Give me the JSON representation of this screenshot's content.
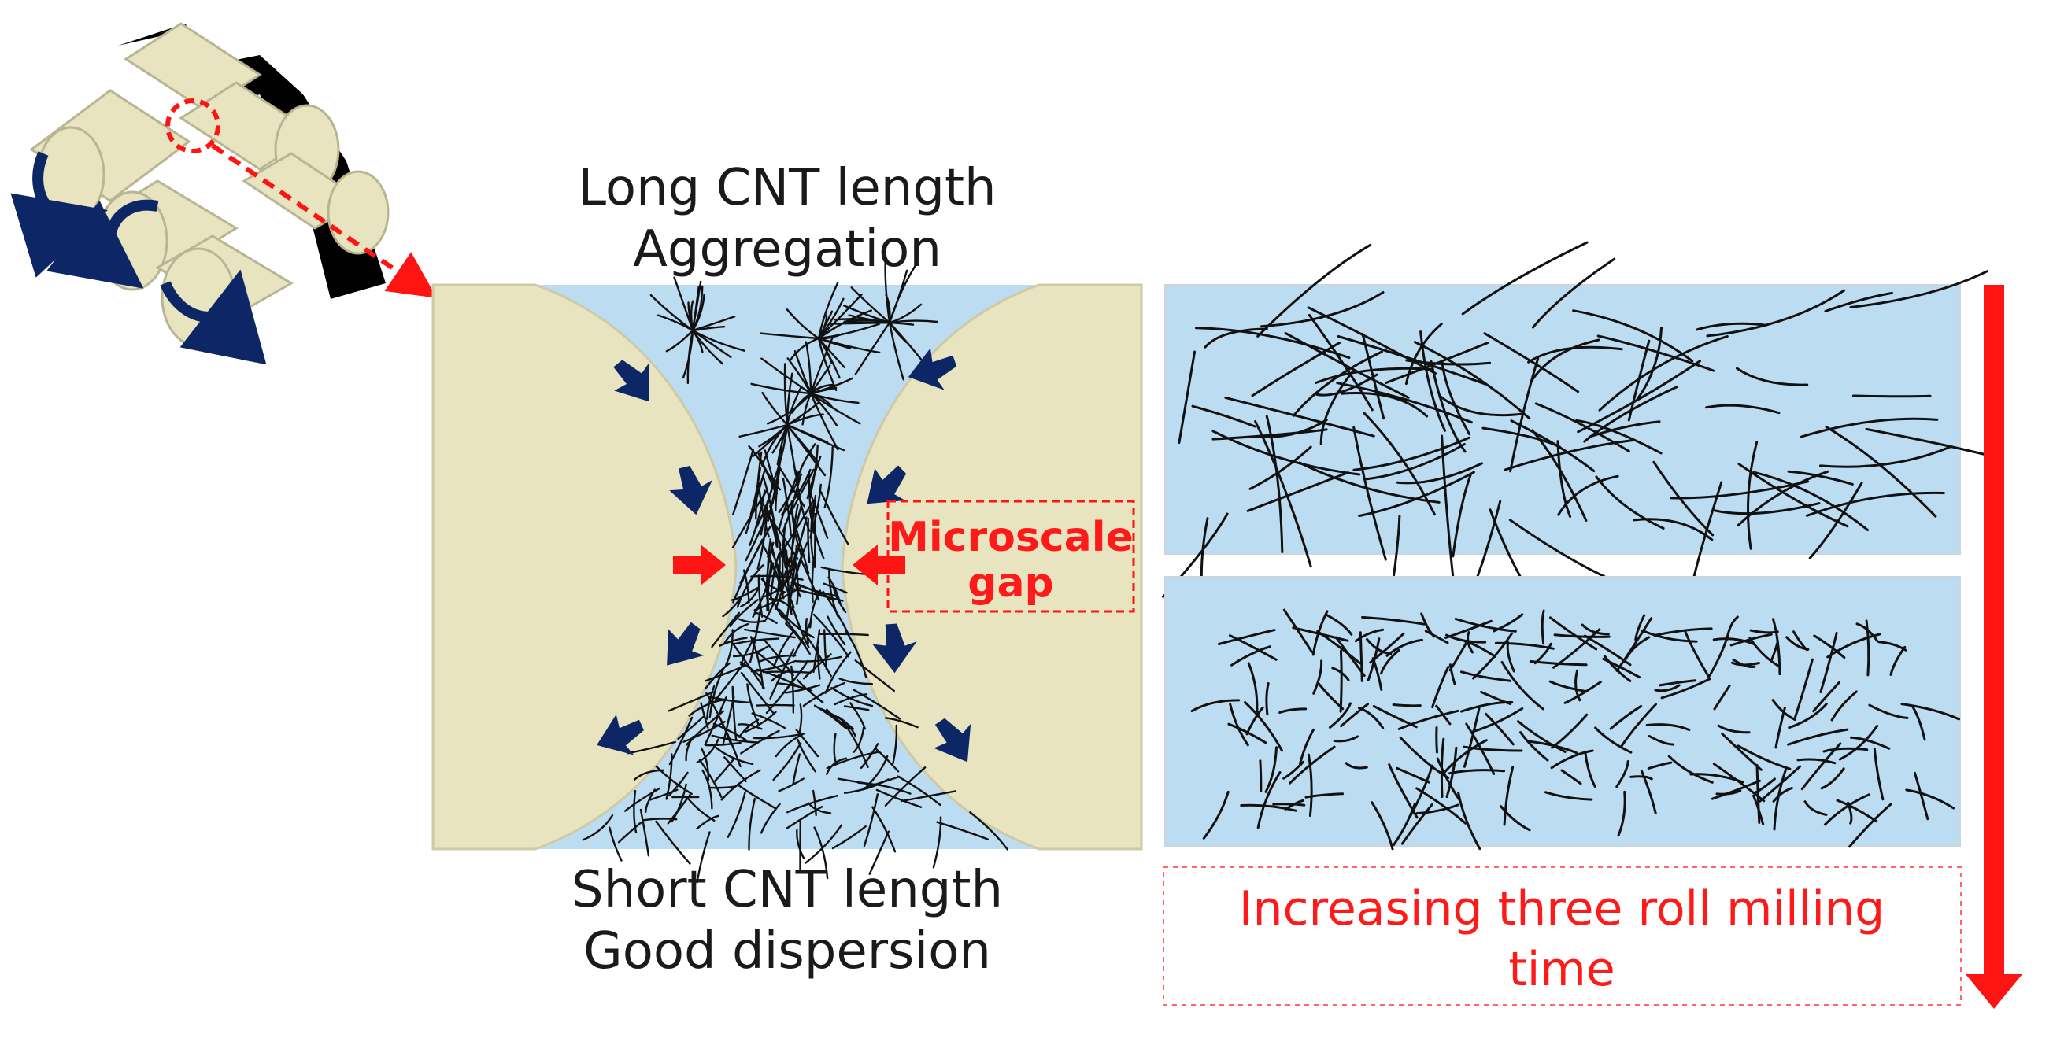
{
  "top_label": {
    "line1": "Long CNT length",
    "line2": "Aggregation"
  },
  "bottom_label": {
    "line1": "Short CNT length",
    "line2": "Good dispersion"
  },
  "gap_label": {
    "line1": "Microscale",
    "line2": "gap"
  },
  "time_label": {
    "line1": "Increasing three roll milling",
    "line2": "time"
  },
  "colors": {
    "roll": "#e9e4c0",
    "roll_edge": "#c8c3a0",
    "sheet": "#000000",
    "gap_fluid": "#bcdcf1",
    "arrow_blue": "#0c2666",
    "arrow_red": "#ff1414",
    "text_red": "#ff1a1a"
  },
  "icons": [
    "three-roll-mill-icon",
    "rotation-arrow-icon",
    "zoom-circle-icon",
    "flow-arrow-icon",
    "compression-arrow-icon",
    "time-arrow-icon"
  ]
}
